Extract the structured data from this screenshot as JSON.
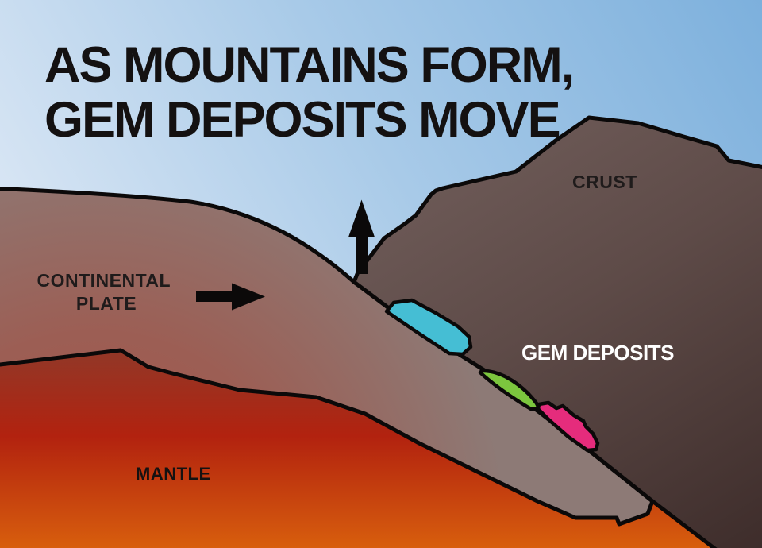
{
  "title": {
    "line1": "AS MOUNTAINS FORM,",
    "line2": "GEM DEPOSITS MOVE"
  },
  "labels": {
    "crust": "CRUST",
    "continental_plate": {
      "line1": "CONTINENTAL",
      "line2": "PLATE"
    },
    "gem_deposits": "GEM DEPOSITS",
    "mantle": "MANTLE"
  },
  "arrows": [
    {
      "name": "plate-motion-arrow",
      "direction": "right"
    },
    {
      "name": "uplift-arrow",
      "direction": "up"
    }
  ],
  "gems": [
    {
      "name": "gem-cyan",
      "color": "#45bed4"
    },
    {
      "name": "gem-green",
      "color": "#7cc63e"
    },
    {
      "name": "gem-pink",
      "color": "#e52c7c"
    }
  ],
  "colors": {
    "sky_top": "#7bafdc",
    "sky_mid": "#a8cae8",
    "sky_bottom": "#e0eaf6",
    "plate_deep": "#ab5146",
    "plate_mid": "#9c5e54",
    "plate_surface": "#8d7a76",
    "crust_light": "#6b5855",
    "crust_mid": "#5e4b48",
    "crust_dark": "#3e2d2b",
    "mantle_top": "#8e3a2a",
    "mantle_mid": "#b2220f",
    "mantle_bottom": "#d9600d",
    "outline": "#0b0909",
    "arrow": "#0b0909",
    "title_text": "#141111",
    "label_text": "#1f1b1b",
    "label_text_light": "#ffffff",
    "gem_cyan": "#45bed4",
    "gem_green": "#7cc63e",
    "gem_pink": "#e52c7c"
  }
}
